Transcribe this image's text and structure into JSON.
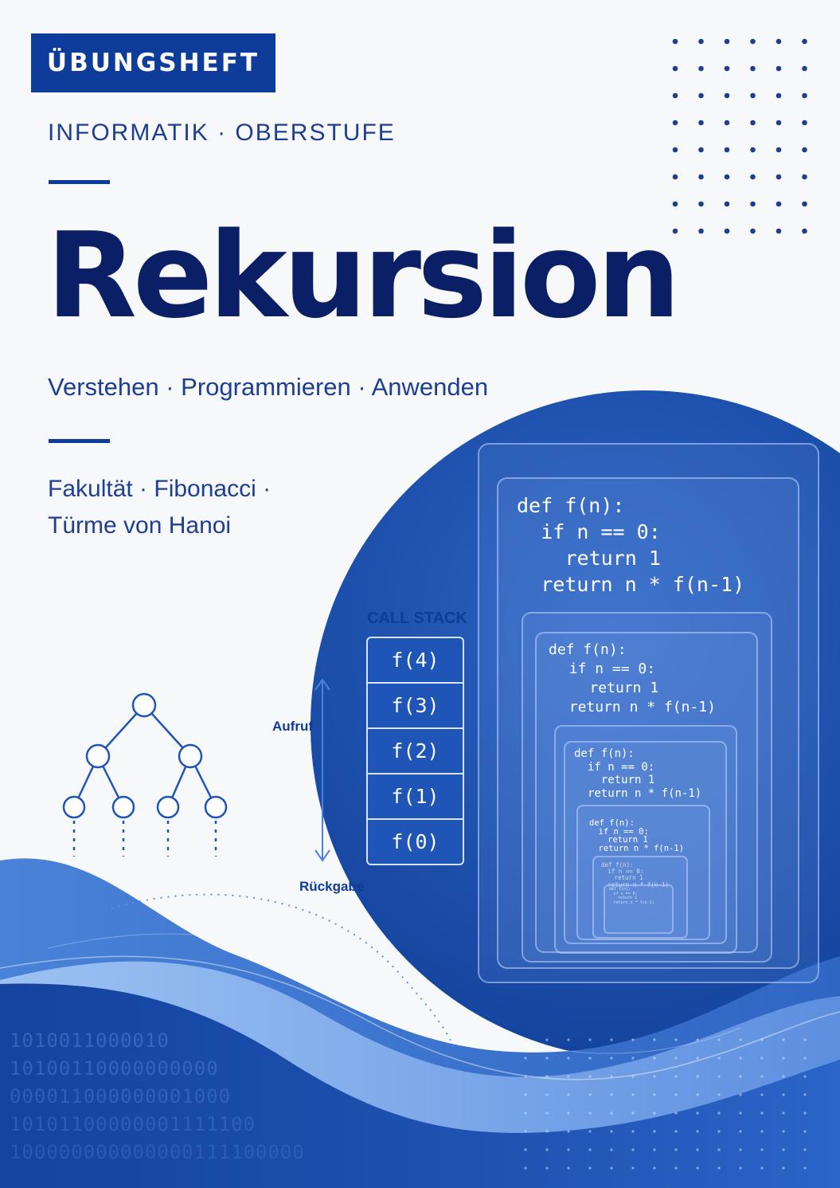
{
  "badge": "ÜBUNGSHEFT",
  "subject_line": "INFORMATIK · OBERSTUFE",
  "title": "Rekursion",
  "tagline": "Verstehen · Programmieren · Anwenden",
  "topics": [
    "Fakultät · Fibonacci ·",
    "Türme von Hanoi"
  ],
  "call_stack": {
    "label": "CALL STACK",
    "entries": [
      "f(4)",
      "f(3)",
      "f(2)",
      "f(1)",
      "f(0)"
    ],
    "down_label": "Aufruf",
    "up_label": "Rückgabe"
  },
  "code_lines": [
    "def f(n):",
    "if n == 0:",
    "return 1",
    "return n * f(n-1)"
  ],
  "binary_rows": [
    "1010011000010",
    "10100110000000000",
    "000011000000001000",
    "10101100000001111100",
    "100000000000000111100000"
  ],
  "colors": {
    "primary": "#0d3c9b",
    "navy": "#0b1f66",
    "text_blue": "#1d3e91",
    "background": "#f7f8fa"
  }
}
